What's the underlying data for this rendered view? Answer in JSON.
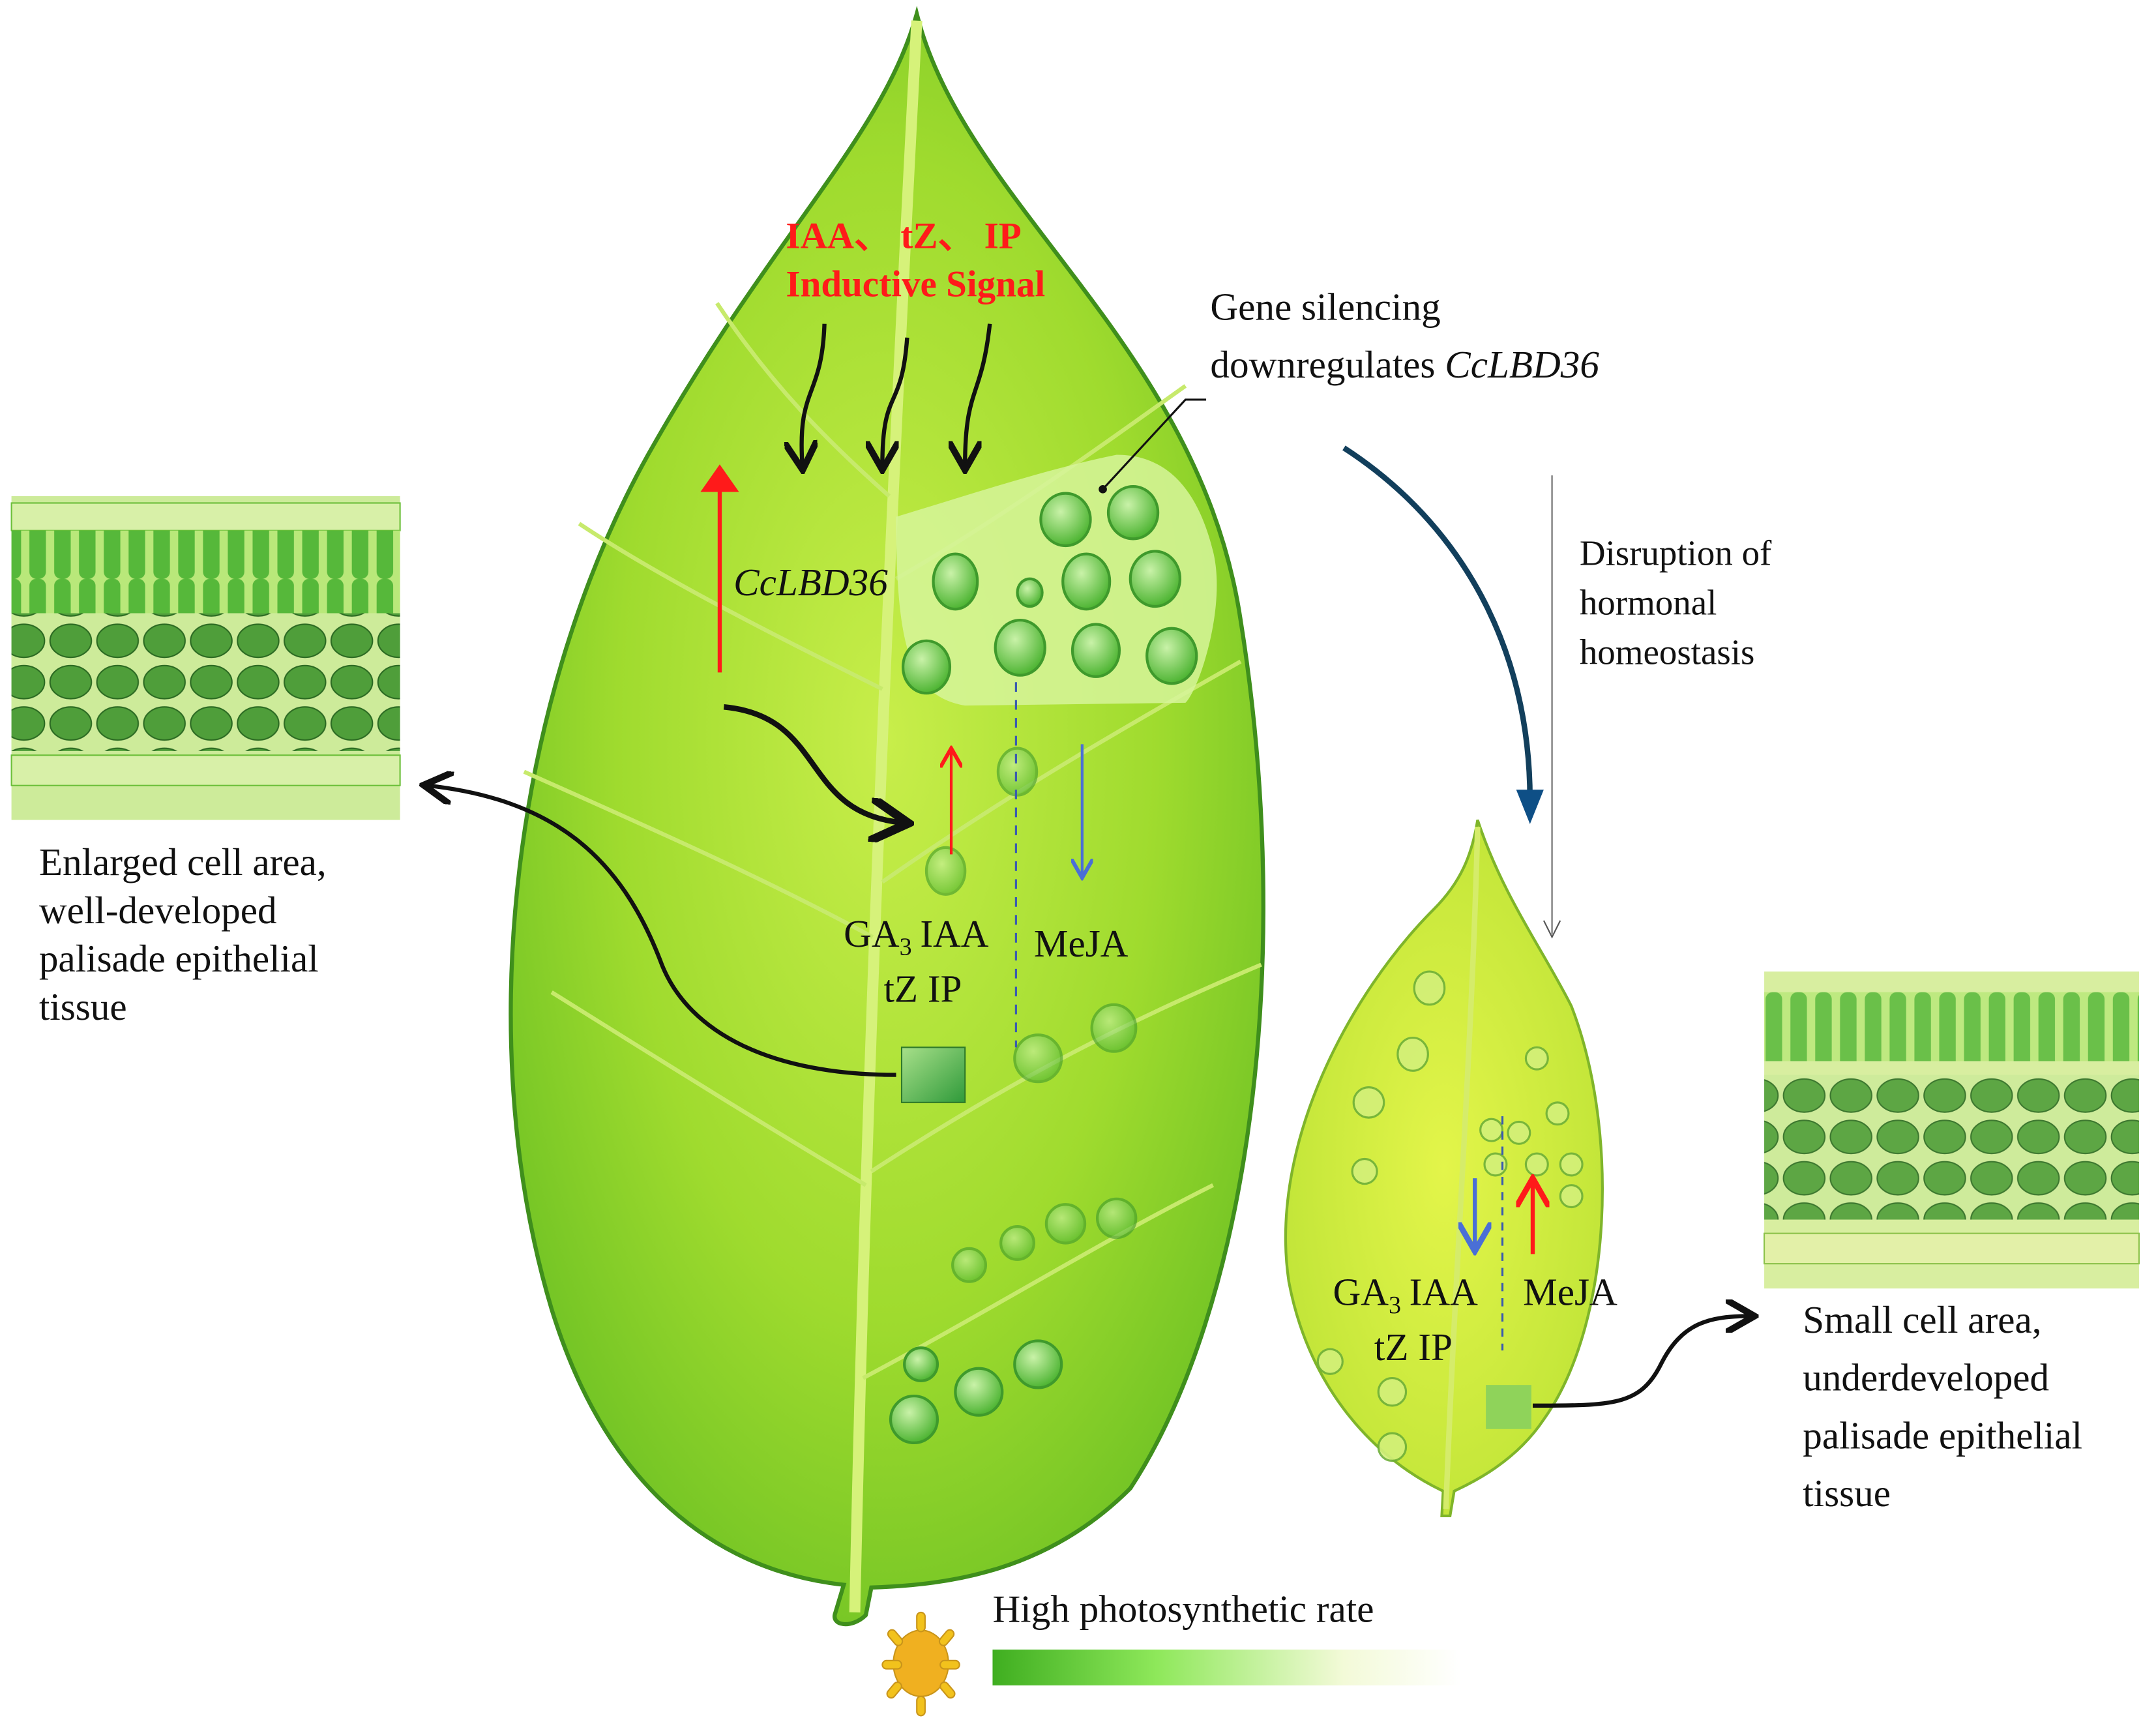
{
  "signal": {
    "line1": "IAA、 tZ、 IP",
    "line2": "Inductive Signal"
  },
  "gene_up_label": "CcLBD36",
  "silencing": {
    "line1": "Gene silencing",
    "line2_prefix": "downregulates ",
    "line2_gene": "CcLBD36"
  },
  "disruption": {
    "line1": "Disruption of",
    "line2": "hormonal",
    "line3": "homeostasis"
  },
  "large_leaf_hormones": {
    "ga": "GA",
    "ga_sub": "3",
    "iaa": "IAA",
    "meja": "MeJA",
    "tz_ip": "tZ IP"
  },
  "small_leaf_hormones": {
    "ga": "GA",
    "ga_sub": "3",
    "iaa": "IAA",
    "meja": "MeJA",
    "tz_ip": "tZ IP"
  },
  "left_caption": {
    "line1": "Enlarged cell area,",
    "line2": "well-developed",
    "line3": "palisade epithelial",
    "line4": "tissue"
  },
  "right_caption": {
    "line1": "Small cell area,",
    "line2": "underdeveloped",
    "line3": "palisade epithelial",
    "line4": "tissue"
  },
  "photosynthesis_label": "High photosynthetic rate",
  "colors": {
    "up_arrow": "#ff1a1a",
    "down_arrow": "#4a6fd6",
    "leaf_green": "#9ed82e",
    "curve_arrow": "#123f5c"
  },
  "icons": [
    "sun-icon",
    "up-arrow-icon",
    "down-arrow-icon",
    "curved-arrow-icon"
  ]
}
